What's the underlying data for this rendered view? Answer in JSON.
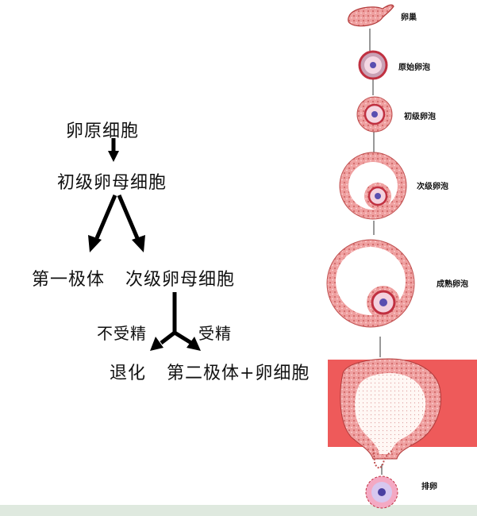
{
  "left_chart": {
    "oogonium": "卵原细胞",
    "primary_oocyte": "初级卵母细胞",
    "first_polar_body": "第一极体",
    "secondary_oocyte": "次级卵母细胞",
    "not_fertilized": "不受精",
    "fertilized": "受精",
    "degenerate": "退化",
    "result": "第二极体+卵细胞"
  },
  "right_chart": {
    "ovary": "卵巢",
    "primordial_follicle": "原始卵泡",
    "primary_follicle": "初级卵泡",
    "secondary_follicle": "次级卵泡",
    "mature_follicle": "成熟卵泡",
    "ovulation": "排卵"
  },
  "colors": {
    "follicle_fill": "#f0a6a6",
    "follicle_dark": "#c0394a",
    "ovary_wall": "#e05a5a",
    "oocyte_core": "#6a5acd",
    "bottom_band": "#dfe9df"
  }
}
